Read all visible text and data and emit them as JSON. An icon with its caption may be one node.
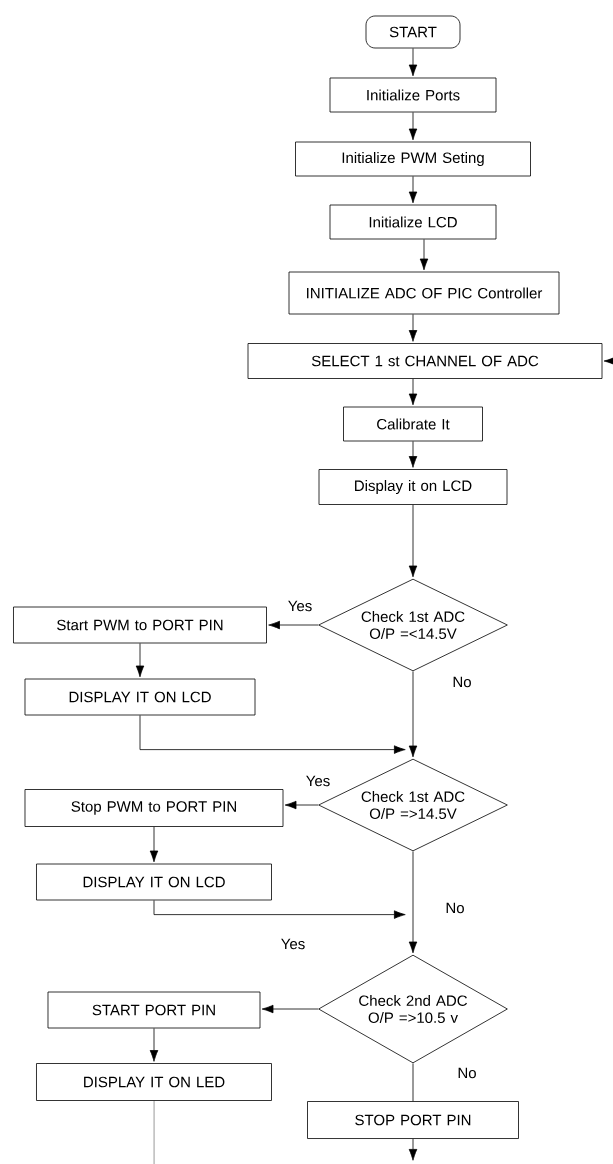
{
  "diagram": {
    "nodes": [
      {
        "text": [
          "START"
        ]
      },
      {
        "text": [
          "Initialize Ports"
        ]
      },
      {
        "text": [
          "Initialize PWM Seting"
        ]
      },
      {
        "text": [
          "Initialize LCD"
        ]
      },
      {
        "text": [
          "INITIALIZE ADC OF PIC Controller"
        ]
      },
      {
        "text": [
          "SELECT 1 st CHANNEL OF ADC"
        ]
      },
      {
        "text": [
          "Calibrate It"
        ]
      },
      {
        "text": [
          "Display it on LCD"
        ]
      },
      {
        "text": [
          "Check 1st ADC O/P =<14.5V"
        ]
      },
      {
        "text": [
          "Start PWM to PORT PIN"
        ]
      },
      {
        "text": [
          "DISPLAY IT ON LCD"
        ]
      },
      {
        "text": [
          "Check 1st ADC O/P =>14.5V"
        ]
      },
      {
        "text": [
          "Stop PWM to PORT PIN"
        ]
      },
      {
        "text": [
          "DISPLAY IT ON LCD"
        ]
      },
      {
        "text": [
          "Check 2nd ADC O/P =>10.5 v"
        ]
      },
      {
        "text": [
          "START PORT PIN"
        ]
      },
      {
        "text": [
          "DISPLAY IT ON LED"
        ]
      },
      {
        "text": [
          "STOP  PORT PIN"
        ]
      }
    ],
    "edges": [
      {
        "from": 0,
        "to": 1,
        "arrow": "to"
      },
      {
        "from": 1,
        "to": 2,
        "arrow": "to"
      },
      {
        "from": 2,
        "to": 3,
        "arrow": "to"
      },
      {
        "from": 3,
        "to": 4,
        "arrow": "to"
      },
      {
        "from": 4,
        "to": 5,
        "arrow": "to"
      },
      {
        "from": 5,
        "to": 6,
        "arrow": "to"
      },
      {
        "from": 6,
        "to": 7,
        "arrow": "to"
      },
      {
        "from": 7,
        "to": 8,
        "arrow": "to"
      },
      {
        "from": 8,
        "to": 9,
        "arrow": "to",
        "label": "Yes"
      },
      {
        "from": 9,
        "to": 10,
        "arrow": "to"
      },
      {
        "from": 10,
        "to": 11,
        "arrow": "to"
      },
      {
        "from": 8,
        "to": 11,
        "arrow": "to",
        "label": "No"
      },
      {
        "from": 11,
        "to": 12,
        "arrow": "to",
        "label": "Yes"
      },
      {
        "from": 12,
        "to": 13,
        "arrow": "to"
      },
      {
        "from": 13,
        "to": 14,
        "arrow": "to"
      },
      {
        "from": 11,
        "to": 14,
        "arrow": "to",
        "label": "No"
      },
      {
        "from": 14,
        "to": 15,
        "arrow": "to",
        "label": "Yes"
      },
      {
        "from": 15,
        "to": 16,
        "arrow": "to"
      },
      {
        "from": 14,
        "to": 17,
        "arrow": "none",
        "label": "No"
      },
      {
        "from": 16,
        "to": null,
        "arrow": "none"
      },
      {
        "from": 17,
        "to": null,
        "arrow": "to"
      },
      {
        "from": null,
        "to": 5,
        "arrow": "to"
      }
    ]
  }
}
